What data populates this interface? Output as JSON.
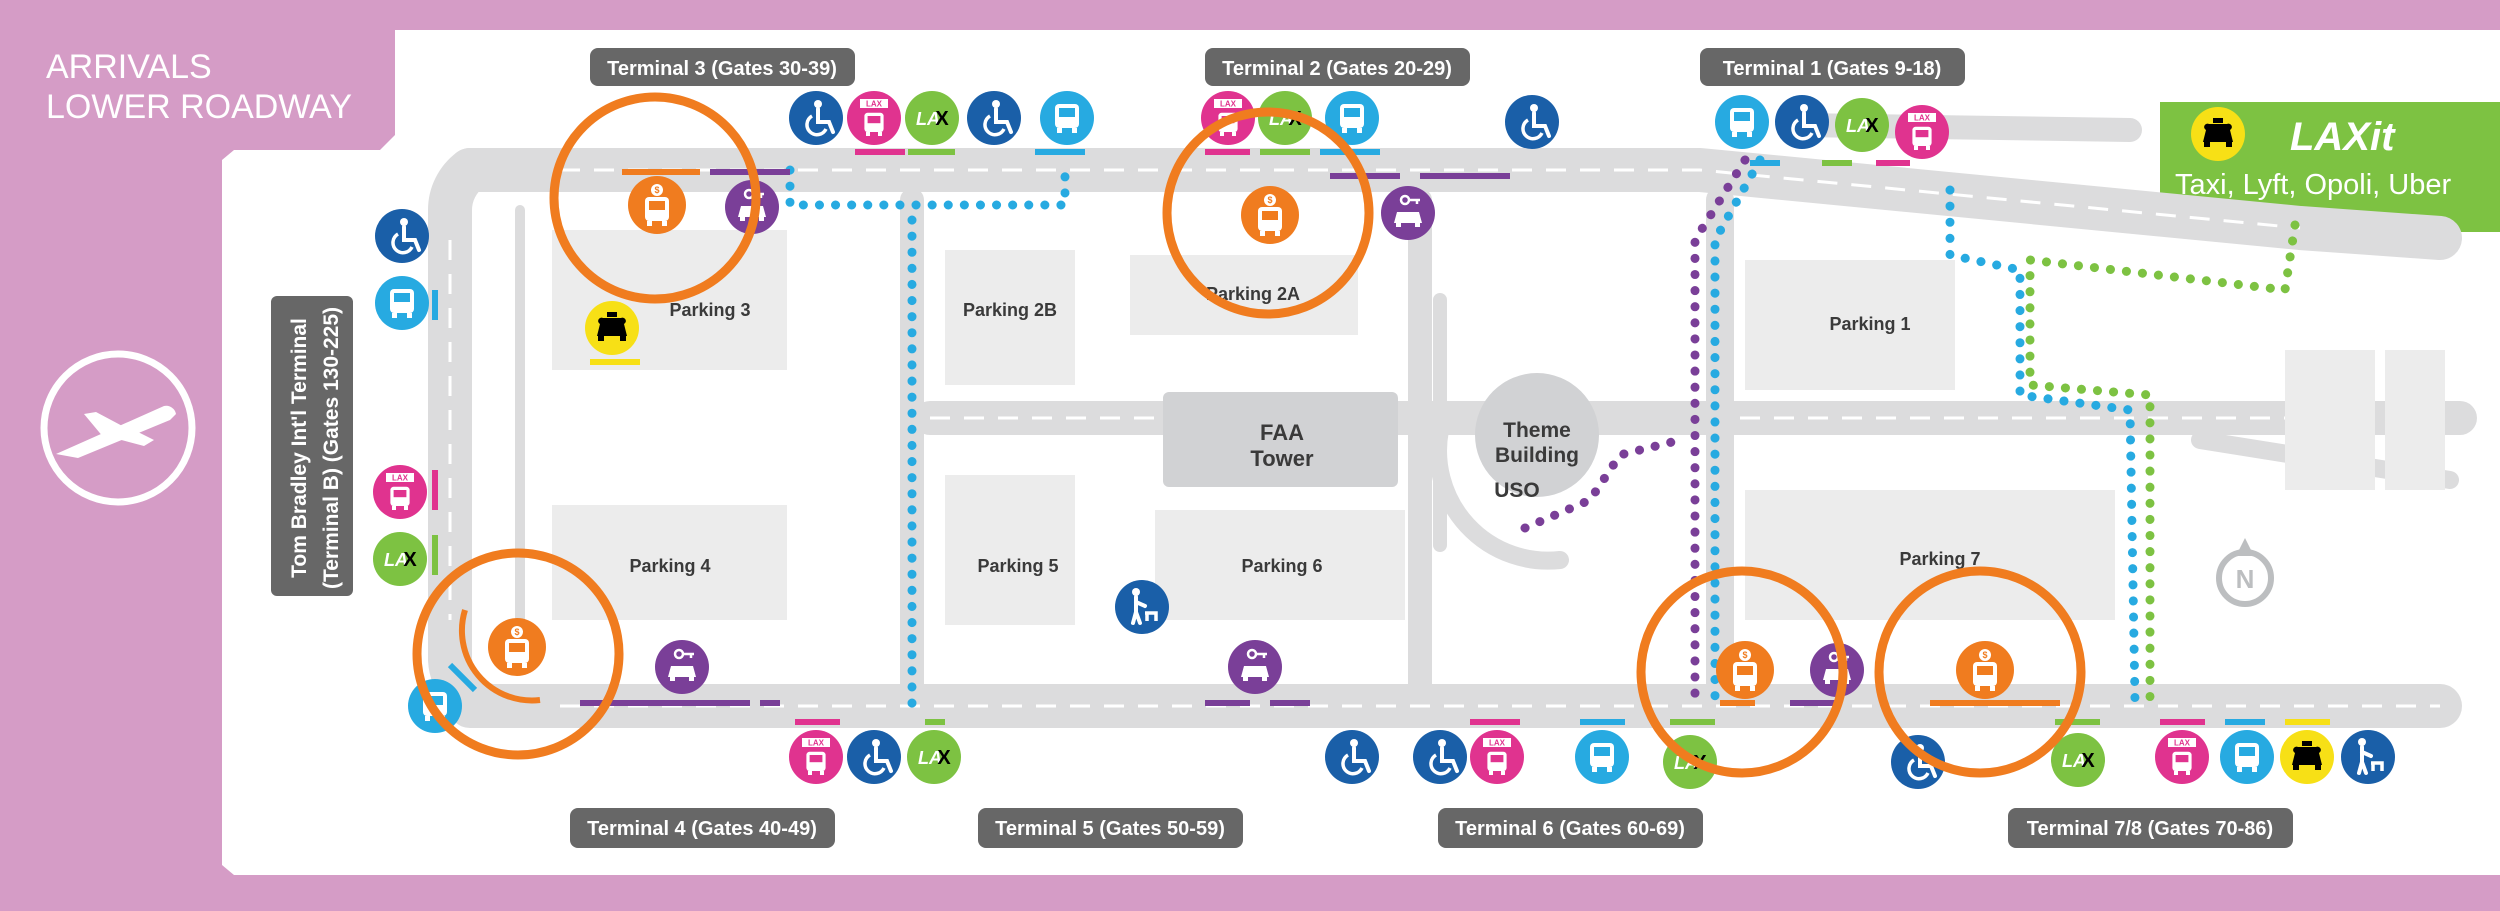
{
  "header": {
    "line1": "ARRIVALS",
    "line2": "LOWER ROADWAY"
  },
  "tbit_label": {
    "line1": "Tom Bradley Int'l Terminal",
    "line2": "(Terminal B) (Gates 130-225)"
  },
  "terminals": {
    "t1": "Terminal 1 (Gates 9-18)",
    "t2": "Terminal 2 (Gates 20-29)",
    "t3": "Terminal 3 (Gates 30-39)",
    "t4": "Terminal 4 (Gates 40-49)",
    "t5": "Terminal 5 (Gates 50-59)",
    "t6": "Terminal 6 (Gates 60-69)",
    "t78": "Terminal 7/8 (Gates 70-86)"
  },
  "parking": {
    "p1": "Parking 1",
    "p2a": "Parking 2A",
    "p2b": "Parking 2B",
    "p3": "Parking 3",
    "p4": "Parking 4",
    "p5": "Parking 5",
    "p6": "Parking 6",
    "p7": "Parking 7"
  },
  "landmarks": {
    "faa_line1": "FAA",
    "faa_line2": "Tower",
    "theme_line1": "Theme",
    "theme_line2": "Building",
    "uso": "USO"
  },
  "laxit": {
    "logo": "LAXit",
    "services": "Taxi, Lyft, Opoli, Uber"
  },
  "icon_text": {
    "lax": "LAX",
    "la": "LA",
    "x": "X",
    "it": "it",
    "dollar": "$",
    "north": "N"
  },
  "colors": {
    "accessible": "#1a5fa8",
    "flyaway": "#e0338f",
    "laxit": "#7dc242",
    "shuttle": "#27aae1",
    "rental": "#7a3f98",
    "orange": "#f07c1f",
    "taxi": "#f7e016"
  }
}
